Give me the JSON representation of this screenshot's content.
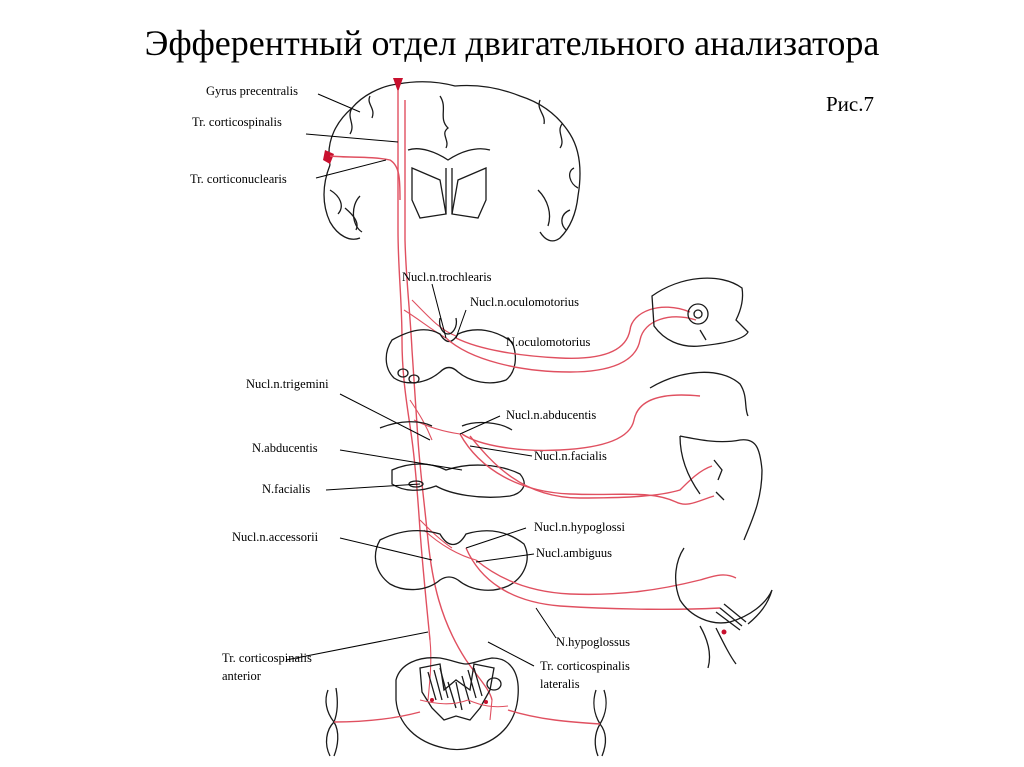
{
  "title": "Эфферентный отдел двигательного анализатора",
  "figure_label": "Рис.7",
  "labels": {
    "gyrus_precentralis": "Gyrus precentralis",
    "tr_corticospinalis": "Tr. corticospinalis",
    "tr_corticonuclearis": "Tr. corticonuclearis",
    "nucl_trochlearis": "Nucl.n.trochlearis",
    "nucl_oculomotorius": "Nucl.n.oculomotorius",
    "n_oculomotorius": "N.oculomotorius",
    "nucl_trigemini": "Nucl.n.trigemini",
    "nucl_abducentis": "Nucl.n.abducentis",
    "n_abducentis": "N.abducentis",
    "nucl_facialis": "Nucl.n.facialis",
    "n_facialis": "N.facialis",
    "nucl_hypoglossi": "Nucl.n.hypoglossi",
    "nucl_accessorii": "Nucl.n.accessorii",
    "nucl_ambiguus": "Nucl.ambiguus",
    "n_hypoglossus": "N.hypoglossus",
    "tr_corticospinalis_anterior_1": "Tr. corticospinalis",
    "tr_corticospinalis_anterior_2": "anterior",
    "tr_corticospinalis_lateralis_1": "Tr. corticospinalis",
    "tr_corticospinalis_lateralis_2": "lateralis"
  },
  "colors": {
    "pathway": "#e05060",
    "cortex_marker": "#c8102e",
    "outline": "#1a1a1a"
  }
}
